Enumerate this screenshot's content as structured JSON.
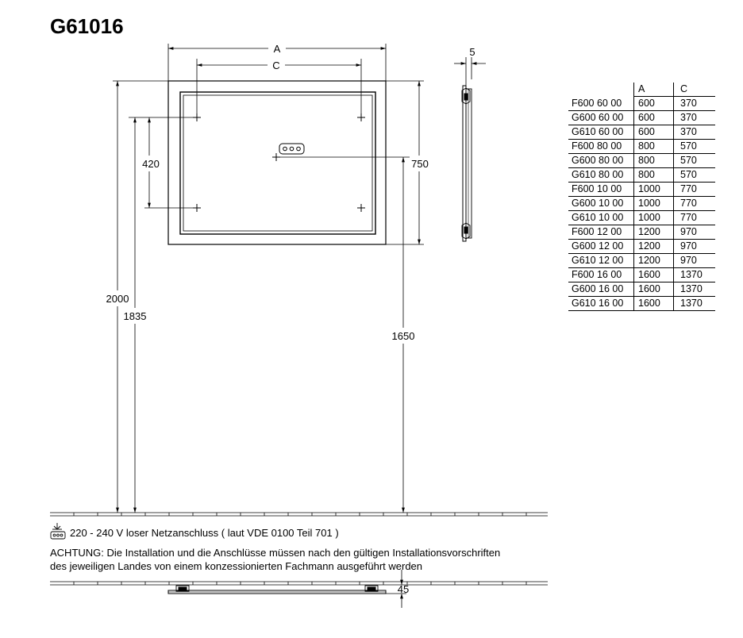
{
  "title": "G61016",
  "dimensions": {
    "a": "A",
    "c": "C",
    "height_total": "2000",
    "height_mount": "1835",
    "height_center": "1650",
    "mirror_height": "750",
    "hole_spacing": "420",
    "depth": "5",
    "wall_depth": "45"
  },
  "table": {
    "headers": [
      "",
      "A",
      "C"
    ],
    "rows": [
      [
        "F600 60 00",
        "600",
        "370"
      ],
      [
        "G600 60 00",
        "600",
        "370"
      ],
      [
        "G610 60 00",
        "600",
        "370"
      ],
      [
        "F600 80 00",
        "800",
        "570"
      ],
      [
        "G600 80 00",
        "800",
        "570"
      ],
      [
        "G610 80 00",
        "800",
        "570"
      ],
      [
        "F600 10 00",
        "1000",
        "770"
      ],
      [
        "G600 10 00",
        "1000",
        "770"
      ],
      [
        "G610 10 00",
        "1000",
        "770"
      ],
      [
        "F600 12 00",
        "1200",
        "970"
      ],
      [
        "G600 12 00",
        "1200",
        "970"
      ],
      [
        "G610 12 00",
        "1200",
        "970"
      ],
      [
        "F600 16 00",
        "1600",
        "1370"
      ],
      [
        "G600 16 00",
        "1600",
        "1370"
      ],
      [
        "G610 16 00",
        "1600",
        "1370"
      ]
    ]
  },
  "notes": {
    "power": "220 - 240 V loser Netzanschluss ( laut VDE 0100 Teil 701 )",
    "warning_line1": "ACHTUNG: Die Installation und die Anschlüsse müssen nach den gültigen Installationsvorschriften",
    "warning_line2": "des jeweiligen Landes von einem konzessionierten Fachmann ausgeführt werden"
  },
  "icons": {
    "power": "power-outlet-icon"
  }
}
